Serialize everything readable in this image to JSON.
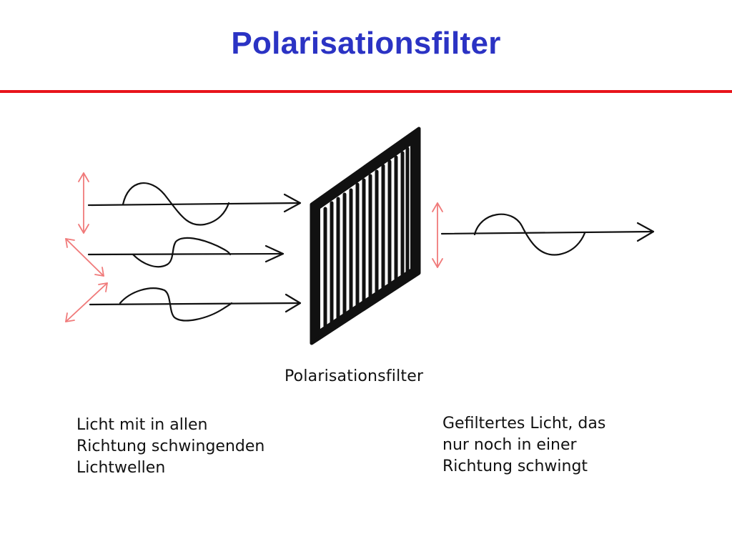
{
  "slide": {
    "title": "Polarisationsfilter",
    "title_color": "#2b33c4",
    "rule_color": "#e8141b"
  },
  "diagram": {
    "filter_label": "Polarisationsfilter",
    "left_caption": [
      "Licht mit in allen",
      "Richtung schwingenden",
      "Lichtwellen"
    ],
    "right_caption": [
      "Gefiltertes Licht, das",
      "nur noch in einer",
      "Richtung schwingt"
    ],
    "arrow_color": "#f07a7a",
    "ink_color": "#111111"
  }
}
